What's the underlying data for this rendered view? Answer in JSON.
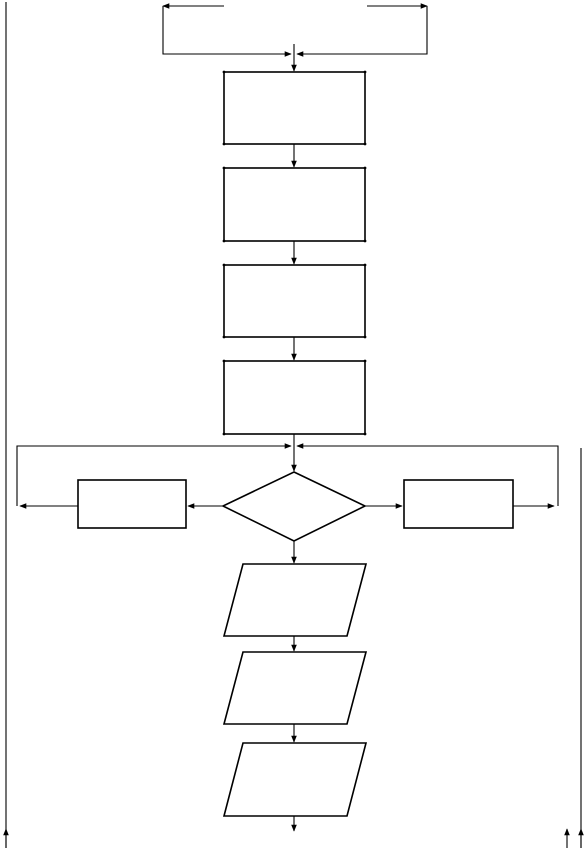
{
  "diagram": {
    "type": "flowchart",
    "stroke_color": "#000000",
    "background_color": "#ffffff",
    "nodes": [
      {
        "id": "process-1",
        "shape": "rectangle",
        "label": ""
      },
      {
        "id": "process-2",
        "shape": "rectangle",
        "label": ""
      },
      {
        "id": "process-3",
        "shape": "rectangle",
        "label": ""
      },
      {
        "id": "process-4",
        "shape": "rectangle",
        "label": ""
      },
      {
        "id": "decision",
        "shape": "diamond",
        "label": ""
      },
      {
        "id": "side-process-left",
        "shape": "rectangle",
        "label": ""
      },
      {
        "id": "side-process-right",
        "shape": "rectangle",
        "label": ""
      },
      {
        "id": "io-1",
        "shape": "parallelogram",
        "label": ""
      },
      {
        "id": "io-2",
        "shape": "parallelogram",
        "label": ""
      },
      {
        "id": "io-3",
        "shape": "parallelogram",
        "label": ""
      }
    ],
    "edges": [
      {
        "from": "top-loop",
        "to": "process-1"
      },
      {
        "from": "process-1",
        "to": "process-2"
      },
      {
        "from": "process-2",
        "to": "process-3"
      },
      {
        "from": "process-3",
        "to": "process-4"
      },
      {
        "from": "process-4",
        "to": "decision"
      },
      {
        "from": "decision",
        "to": "side-process-left"
      },
      {
        "from": "decision",
        "to": "side-process-right"
      },
      {
        "from": "decision",
        "to": "io-1"
      },
      {
        "from": "io-1",
        "to": "io-2"
      },
      {
        "from": "io-2",
        "to": "io-3"
      },
      {
        "from": "io-3",
        "to": "bottom-exit"
      },
      {
        "from": "side-process-left",
        "to": "left-exit"
      },
      {
        "from": "side-process-right",
        "to": "right-exit"
      },
      {
        "from": "left-return-line",
        "to": "decision"
      },
      {
        "from": "right-return-line",
        "to": "decision"
      }
    ]
  }
}
